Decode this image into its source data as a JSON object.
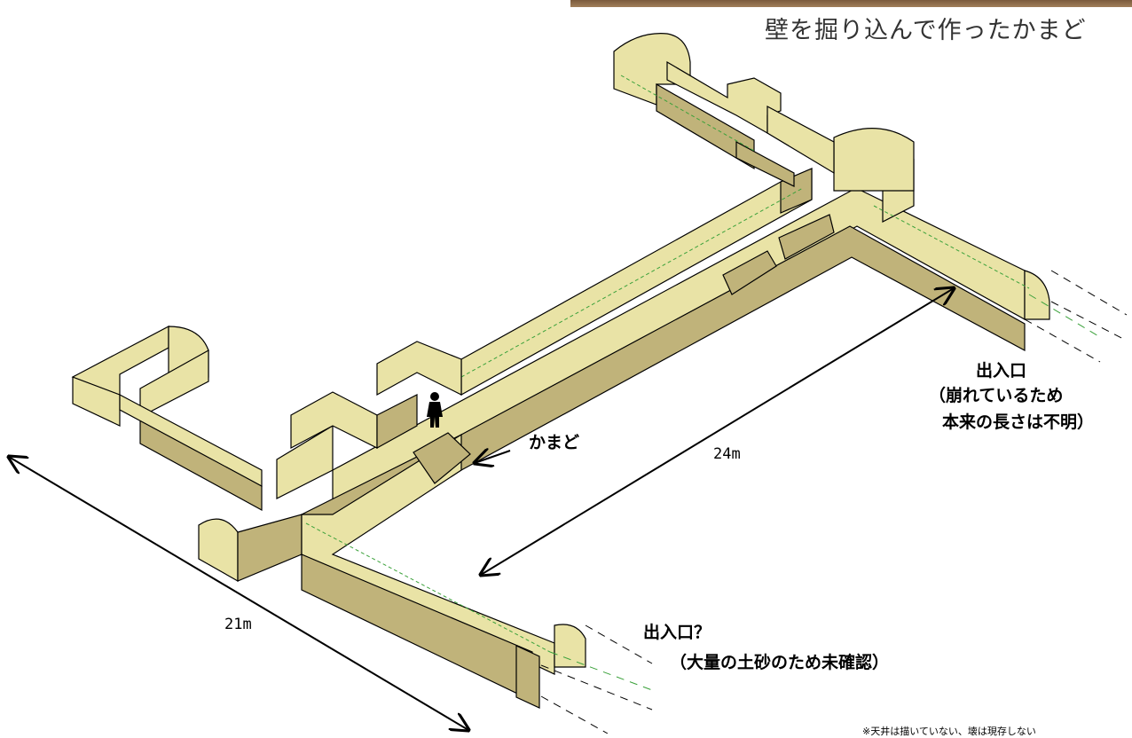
{
  "title": "壁を掘り込んで作ったかまど",
  "labels": {
    "entrance_right": "出入口",
    "entrance_right_note_1": "（崩れているため",
    "entrance_right_note_2": "本来の長さは不明）",
    "entrance_bottom": "出入口？",
    "entrance_bottom_note": "（大量の土砂のため未確認）",
    "kamado": "かまど",
    "dim_24": "24m",
    "dim_21": "21m",
    "footnote": "※天井は描いていない、壊は現存しない"
  },
  "colors": {
    "wall_light": "#e9e3a6",
    "wall_dark": "#c0b37a",
    "floor_line": "#3aa13a",
    "outline": "#000000",
    "title_bar": "#8b6a48"
  }
}
